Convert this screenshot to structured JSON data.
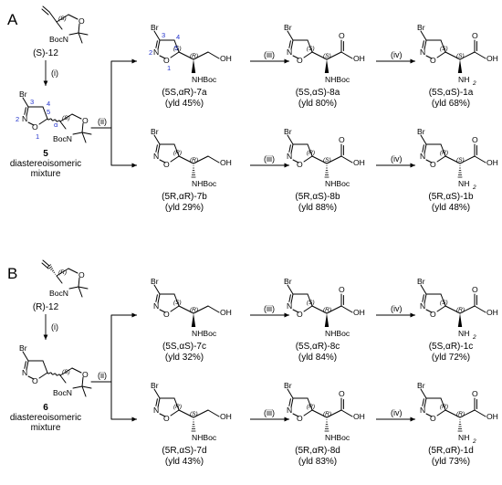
{
  "panels": [
    {
      "letter": "A",
      "start_label": "(S)-12",
      "start_stereo": "(S)",
      "step1": "(i)",
      "intermediate": {
        "number": "5",
        "caption_1": "diastereoisomeric",
        "caption_2": "mixture",
        "ring_stereo": "(S)",
        "atom_numbers": [
          "3",
          "4",
          "5",
          "2",
          "1",
          "α"
        ]
      },
      "step_split": "(ii)",
      "step3": "(iii)",
      "step4": "(iv)",
      "top_row": [
        {
          "label": "(5S,αR)-7a",
          "yield": "(yld 45%)",
          "c5": "(S)",
          "ca": "(R)",
          "atom_numbers": [
            "3",
            "4",
            "2",
            "5",
            "1",
            "α"
          ]
        },
        {
          "label": "(5S,αS)-8a",
          "yield": "(yld 80%)",
          "c5": "(S)",
          "ca": "(S)"
        },
        {
          "label": "(5S,αS)-1a",
          "yield": "(yld 68%)",
          "c5": "(S)",
          "ca": "(S)"
        }
      ],
      "bottom_row": [
        {
          "label": "(5R,αR)-7b",
          "yield": "(yld 29%)",
          "c5": "(R)",
          "ca": "(R)"
        },
        {
          "label": "(5R,αS)-8b",
          "yield": "(yld 88%)",
          "c5": "(R)",
          "ca": "(S)"
        },
        {
          "label": "(5R,αS)-1b",
          "yield": "(yld 48%)",
          "c5": "(R)",
          "ca": "(S)"
        }
      ]
    },
    {
      "letter": "B",
      "start_label": "(R)-12",
      "start_stereo": "(R)",
      "step1": "(i)",
      "intermediate": {
        "number": "6",
        "caption_1": "diastereoisomeric",
        "caption_2": "mixture",
        "ring_stereo": "(S)",
        "atom_numbers": []
      },
      "step_split": "(ii)",
      "step3": "(iii)",
      "step4": "(iv)",
      "top_row": [
        {
          "label": "(5S,αS)-7c",
          "yield": "(yld 32%)",
          "c5": "(S)",
          "ca": "(R)",
          "atom_numbers": []
        },
        {
          "label": "(5S,αR)-8c",
          "yield": "(yld 84%)",
          "c5": "(S)",
          "ca": "(R)"
        },
        {
          "label": "(5S,αR)-1c",
          "yield": "(yld 72%)",
          "c5": "(S)",
          "ca": "(R)"
        }
      ],
      "bottom_row": [
        {
          "label": "(5R,αS)-7d",
          "yield": "(yld 43%)",
          "c5": "(R)",
          "ca": "(S)"
        },
        {
          "label": "(5R,αR)-8d",
          "yield": "(yld 83%)",
          "c5": "(R)",
          "ca": "(R)"
        },
        {
          "label": "(5R,αR)-1d",
          "yield": "(yld 73%)",
          "c5": "(R)",
          "ca": "(R)"
        }
      ]
    }
  ],
  "atoms": {
    "br": "Br",
    "n": "N",
    "o": "O",
    "oh": "OH",
    "nhboc": "NHBoc",
    "nh2": "NH",
    "nh2_sub": "2",
    "boc_n": "BocN"
  }
}
